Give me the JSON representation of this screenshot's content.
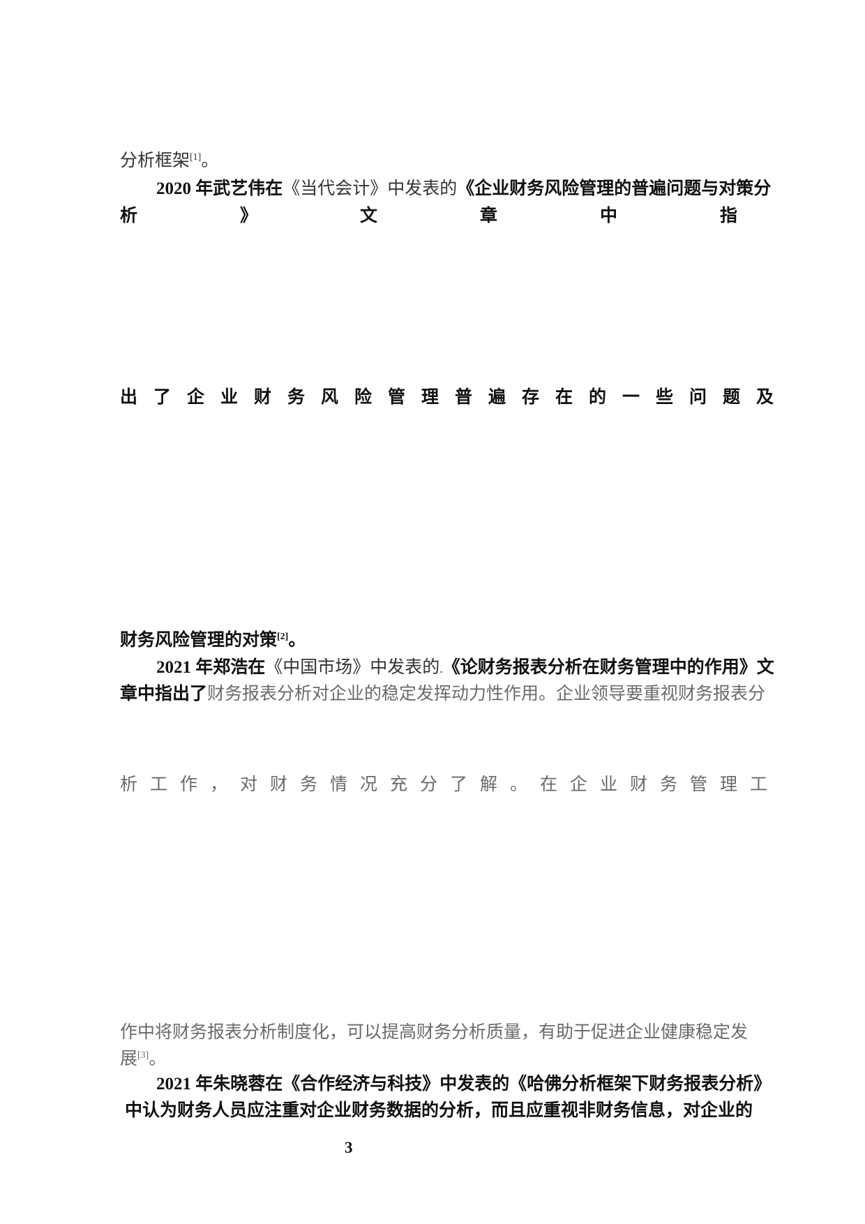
{
  "colors": {
    "background": "#ffffff",
    "bold_ink": "#111111",
    "regular_ink": "#333333",
    "muted_ink": "#6a6a6a"
  },
  "document": {
    "lines": {
      "l1": {
        "main": "分析框架",
        "sup": "[1]",
        "tail": "。"
      },
      "l2": {
        "bold1": "2020 年武艺伟在",
        "regular1": "《当代会计》中发表的",
        "bold2": "《企业财务风险管理的普遍问题与对策分"
      },
      "l3": {
        "text": "析》文章中指"
      },
      "l4": {
        "text": "出了企业财务风险管理普遍存在的一些问题及"
      },
      "l5": {
        "main": "财务风险管理的对策",
        "sup": "[2]",
        "tail": "。"
      },
      "l6": {
        "bold1": "2021 年郑浩在",
        "regular1": "《中国市场》中发表的",
        "dot": ".",
        "bold2": "《论财务报表分析在财务管理中的作用》文"
      },
      "l7": {
        "bold1": "章中指出了",
        "muted1": "财务报表分析对企业的稳定发挥动力性作用。企业领导要重视财务报表分"
      },
      "l8": {
        "text": "析工作，对财务情况充分了解。在企业财务管理工"
      },
      "l9": {
        "text": "作中将财务报表分析制度化，可以提高财务分析质量，有助于促进企业健康稳定发"
      },
      "l10": {
        "main": "展",
        "sup": "[3]",
        "tail": "。"
      },
      "l11": {
        "text": "2021 年朱晓蓉在《合作经济与科技》中发表的《哈佛分析框架下财务报表分析》"
      },
      "l12": {
        "text": "中认为财务人员应注重对企业财务数据的分析，而且应重视非财务信息，对企业的"
      }
    },
    "page_number": "3"
  }
}
